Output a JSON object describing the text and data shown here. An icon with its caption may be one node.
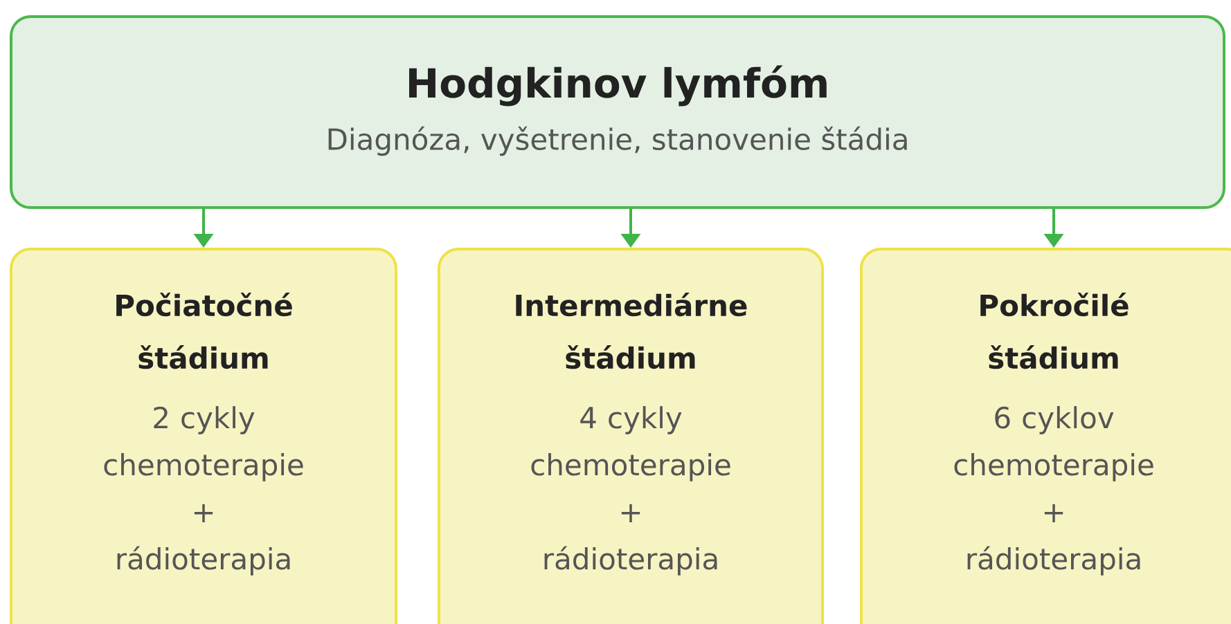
{
  "diagram": {
    "nodes": [
      {
        "text": [
          "Hodgkinov lymfóm",
          "Diagnóza, vyšetrenie, stanovenie štádia"
        ]
      },
      {
        "text": [
          "Počiatočné štádium",
          "2 cykly chemoterapie + rádioterapia"
        ]
      },
      {
        "text": [
          "Intermediárne štádium",
          "4 cykly chemoterapie + rádioterapia"
        ]
      },
      {
        "text": [
          "Pokročilé štádium",
          "6 cyklov chemoterapie + rádioterapia"
        ]
      }
    ],
    "edges": [
      {
        "from": 0,
        "to": 1,
        "arrow": "to"
      },
      {
        "from": 0,
        "to": 2,
        "arrow": "to"
      },
      {
        "from": 0,
        "to": 3,
        "arrow": "to"
      }
    ]
  }
}
